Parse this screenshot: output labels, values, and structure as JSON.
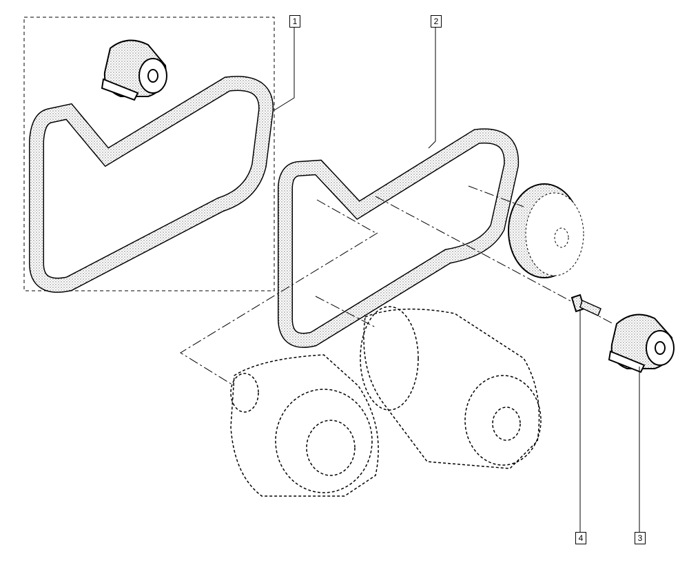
{
  "diagram": {
    "callouts": [
      {
        "label": "1",
        "part": "belt-kit"
      },
      {
        "label": "2",
        "part": "belt"
      },
      {
        "label": "3",
        "part": "tensioner-pulley"
      },
      {
        "label": "4",
        "part": "bolt"
      }
    ]
  }
}
